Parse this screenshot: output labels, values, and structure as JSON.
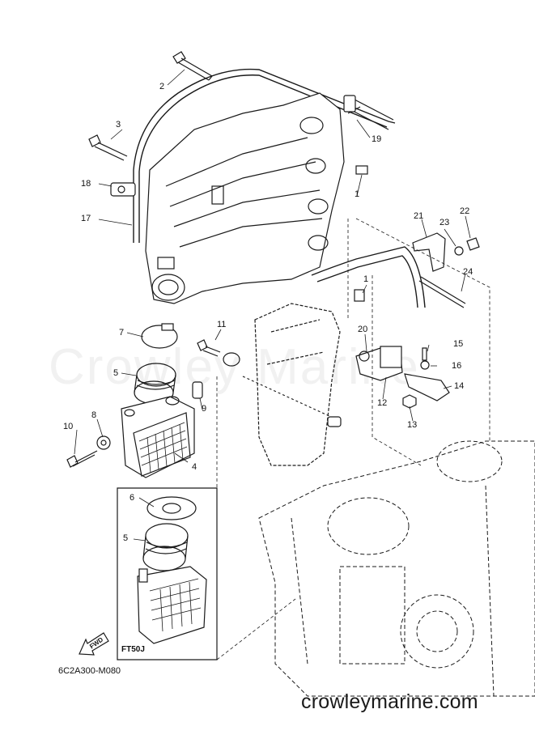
{
  "diagram": {
    "watermark": "Crowley Marine",
    "drawing_code": "6C2A300-M080",
    "variant_label": "FT50J",
    "direction_label": "FWD",
    "site_credit": "crowleymarine.com",
    "callouts": [
      "2",
      "3",
      "18",
      "17",
      "7",
      "5",
      "10",
      "8",
      "4",
      "11",
      "9",
      "19",
      "1",
      "21",
      "23",
      "22",
      "24",
      "1",
      "20",
      "15",
      "16",
      "14",
      "12",
      "13",
      "6",
      "5"
    ]
  },
  "colors": {
    "line": "#1a1a1a",
    "dashed": "#333333",
    "watermark": "#f1f1f1"
  }
}
